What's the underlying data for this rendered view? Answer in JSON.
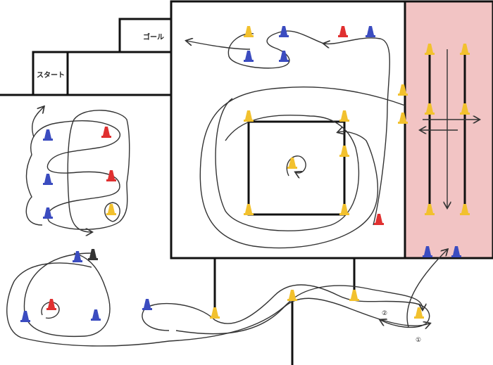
{
  "labels": {
    "start": "スタート",
    "goal": "ゴール",
    "marker_1": "①",
    "marker_2": "②"
  },
  "colors": {
    "zone_pink": "#f2c4c4",
    "cone_yellow": "#f2c12e",
    "cone_blue": "#3b4cc0",
    "cone_red": "#e03030",
    "line": "#111111"
  }
}
